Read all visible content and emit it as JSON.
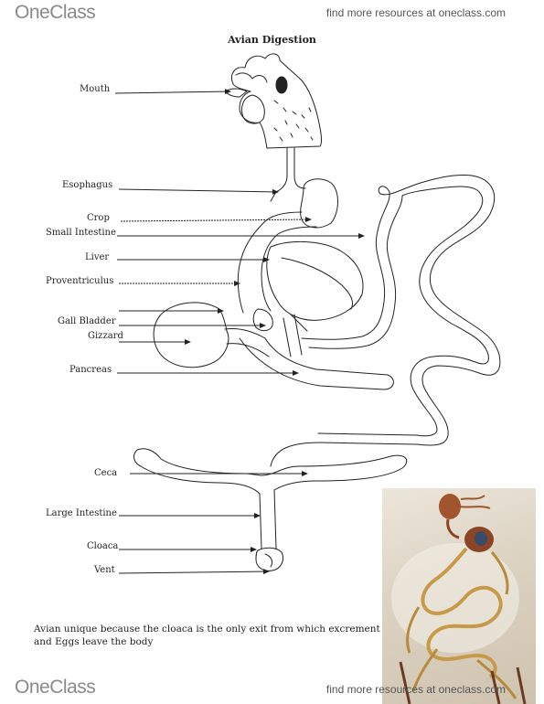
{
  "header": {
    "logo_text": "OneClass",
    "resources_link": "find more resources at oneclass.com"
  },
  "footer": {
    "logo_text": "OneClass",
    "resources_link": "find more resources at oneclass.com"
  },
  "document": {
    "title": "Avian Digestion",
    "labels": {
      "mouth": "Mouth",
      "esophagus": "Esophagus",
      "crop": "Crop",
      "small_intestine": "Small Intestine",
      "liver": "Liver",
      "proventriculus": "Proventriculus",
      "gall_bladder": "Gall Bladder",
      "gizzard": "Gizzard",
      "pancreas": "Pancreas",
      "ceca": "Ceca",
      "large_intestine": "Large Intestine",
      "cloaca": "Cloaca",
      "vent": "Vent"
    },
    "caption": "Avian unique because the cloaca is the only exit from which excrement and Eggs leave the body"
  },
  "colors": {
    "outline": "#222222",
    "photo_tissue": "#a0552e",
    "photo_intestine": "#c79a4a"
  }
}
